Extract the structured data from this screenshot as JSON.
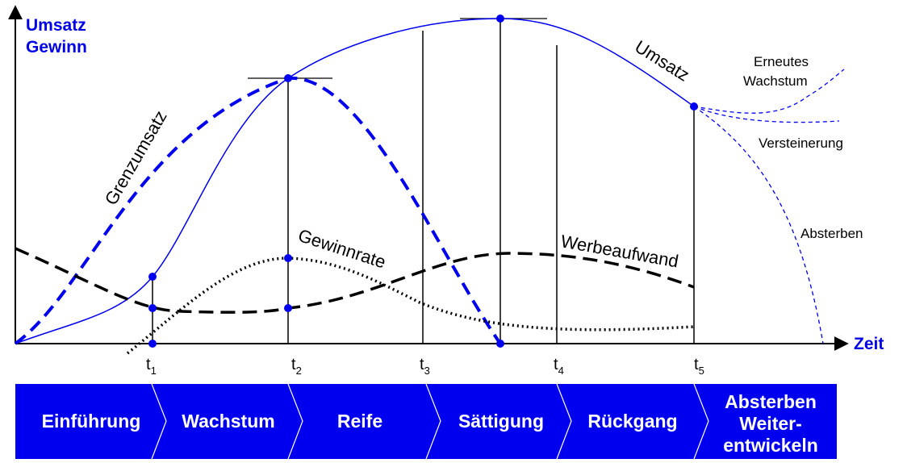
{
  "axes": {
    "y_title_line1": "Umsatz",
    "y_title_line2": "Gewinn",
    "x_title": "Zeit"
  },
  "curves": {
    "umsatz": "Umsatz",
    "grenzumsatz": "Grenzumsatz",
    "gewinnrate": "Gewinnrate",
    "werbeaufwand": "Werbeaufwand"
  },
  "outcomes": {
    "erneutes_line1": "Erneutes",
    "erneutes_line2": "Wachstum",
    "versteinerung": "Versteinerung",
    "absterben": "Absterben"
  },
  "ticks": [
    {
      "base": "t",
      "sub": "1"
    },
    {
      "base": "t",
      "sub": "2"
    },
    {
      "base": "t",
      "sub": "3"
    },
    {
      "base": "t",
      "sub": "4"
    },
    {
      "base": "t",
      "sub": "5"
    }
  ],
  "phases": [
    {
      "label": "Einführung"
    },
    {
      "label": "Wachstum"
    },
    {
      "label": "Reife"
    },
    {
      "label": "Sättigung"
    },
    {
      "label": "Rückgang"
    },
    {
      "lines": [
        "Absterben",
        "Weiter-",
        "entwickeln"
      ]
    }
  ],
  "colors": {
    "blue": "#0000ee",
    "black": "#000000"
  }
}
